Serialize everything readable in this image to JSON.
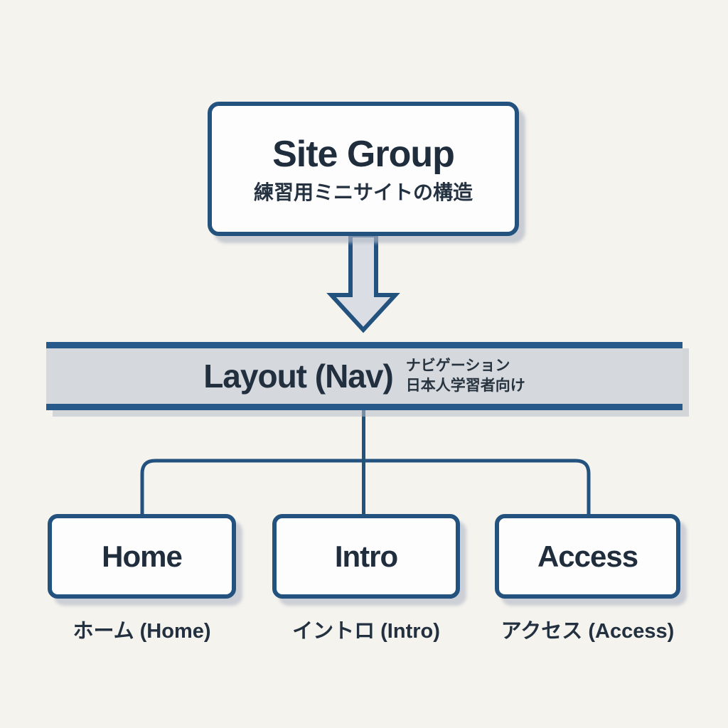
{
  "diagram": {
    "root_box": {
      "title": "Site Group",
      "subtitle": "練習用ミニサイトの構造"
    },
    "nav_bar": {
      "title": "Layout (Nav)",
      "note_lines": [
        "ナビゲーション",
        "日本人学習者向け"
      ]
    },
    "children": [
      {
        "label": "Home",
        "caption": "ホーム (Home)"
      },
      {
        "label": "Intro",
        "caption": "イントロ (Intro)"
      },
      {
        "label": "Access",
        "caption": "アクセス (Access)"
      }
    ],
    "colors": {
      "background": "#f5f3ee",
      "outline_blue": "#24527f",
      "text_navy": "#1f2d3c",
      "bar_fill": "#d5d8dd",
      "box_fill": "#fdfdfd",
      "arrow_fill": "#dadee4"
    }
  }
}
